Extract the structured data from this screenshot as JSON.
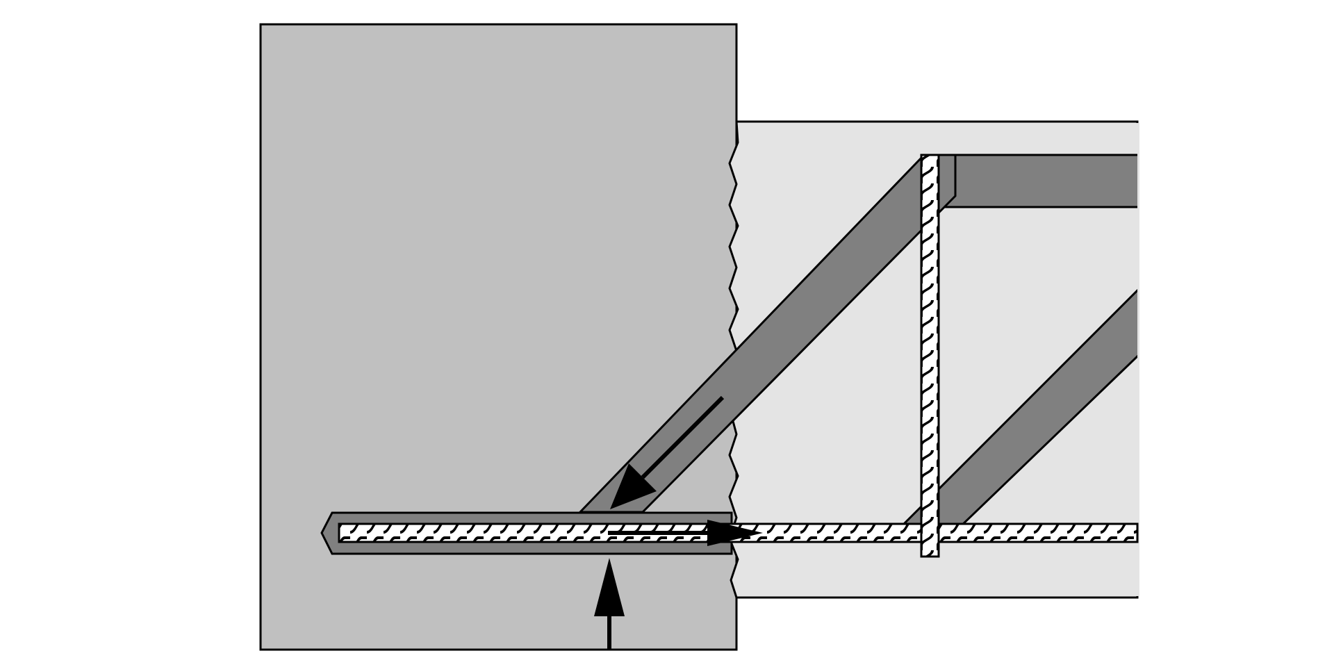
{
  "diagram": {
    "kind": "reinforced-concrete-beam-column-joint-strut-and-tie",
    "colors": {
      "background": "#ffffff",
      "column": "#c0c0c0",
      "beam": "#e4e4e4",
      "strut": "#808080",
      "rebar_fill": "#ffffff",
      "outline": "#000000"
    },
    "components": [
      "column",
      "beam",
      "inclined-compression-strut",
      "top-compression-strut",
      "second-inclined-strut",
      "bottom-longitudinal-rebar",
      "vertical-stirrup-rebar"
    ],
    "arrows": [
      {
        "name": "strut-compression-arrow",
        "direction": "down-left"
      },
      {
        "name": "rebar-tension-arrow",
        "direction": "right"
      },
      {
        "name": "support-reaction-arrow",
        "direction": "up"
      }
    ]
  }
}
